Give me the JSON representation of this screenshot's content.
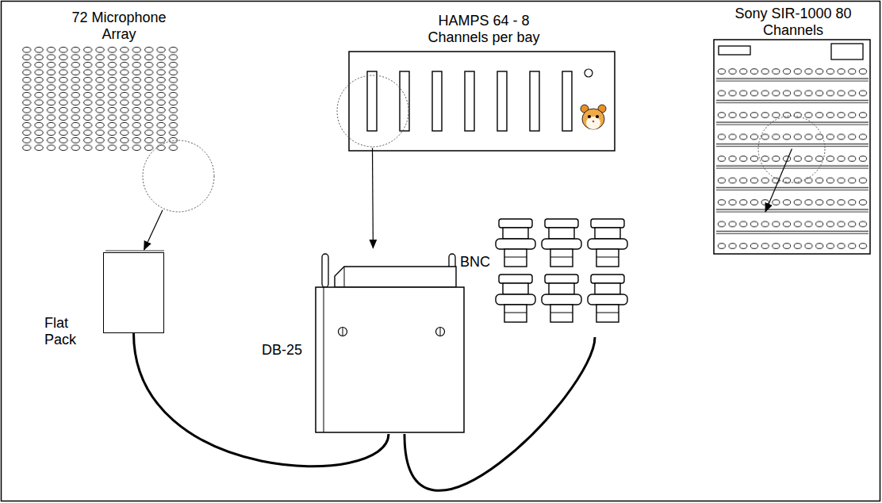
{
  "diagram": {
    "nodes": [
      {
        "text": [
          "72 Microphone Array"
        ]
      },
      {
        "text": [
          "HAMPS 64 - 8 Channels per bay"
        ]
      },
      {
        "text": [
          "Sony SIR-1000 80 Channels"
        ]
      },
      {
        "text": [
          "Flat Pack"
        ]
      },
      {
        "text": [
          "DB-25"
        ]
      },
      {
        "text": [
          "BNC"
        ]
      }
    ],
    "edges": [
      {
        "from": 0,
        "to": 3,
        "arrow": "to"
      },
      {
        "from": 1,
        "to": 4,
        "arrow": "to"
      },
      {
        "from": 2,
        "to": 5,
        "arrow": "to"
      },
      {
        "from": 3,
        "to": 4,
        "arrow": "none"
      },
      {
        "from": 4,
        "to": 5,
        "arrow": "none"
      }
    ]
  }
}
